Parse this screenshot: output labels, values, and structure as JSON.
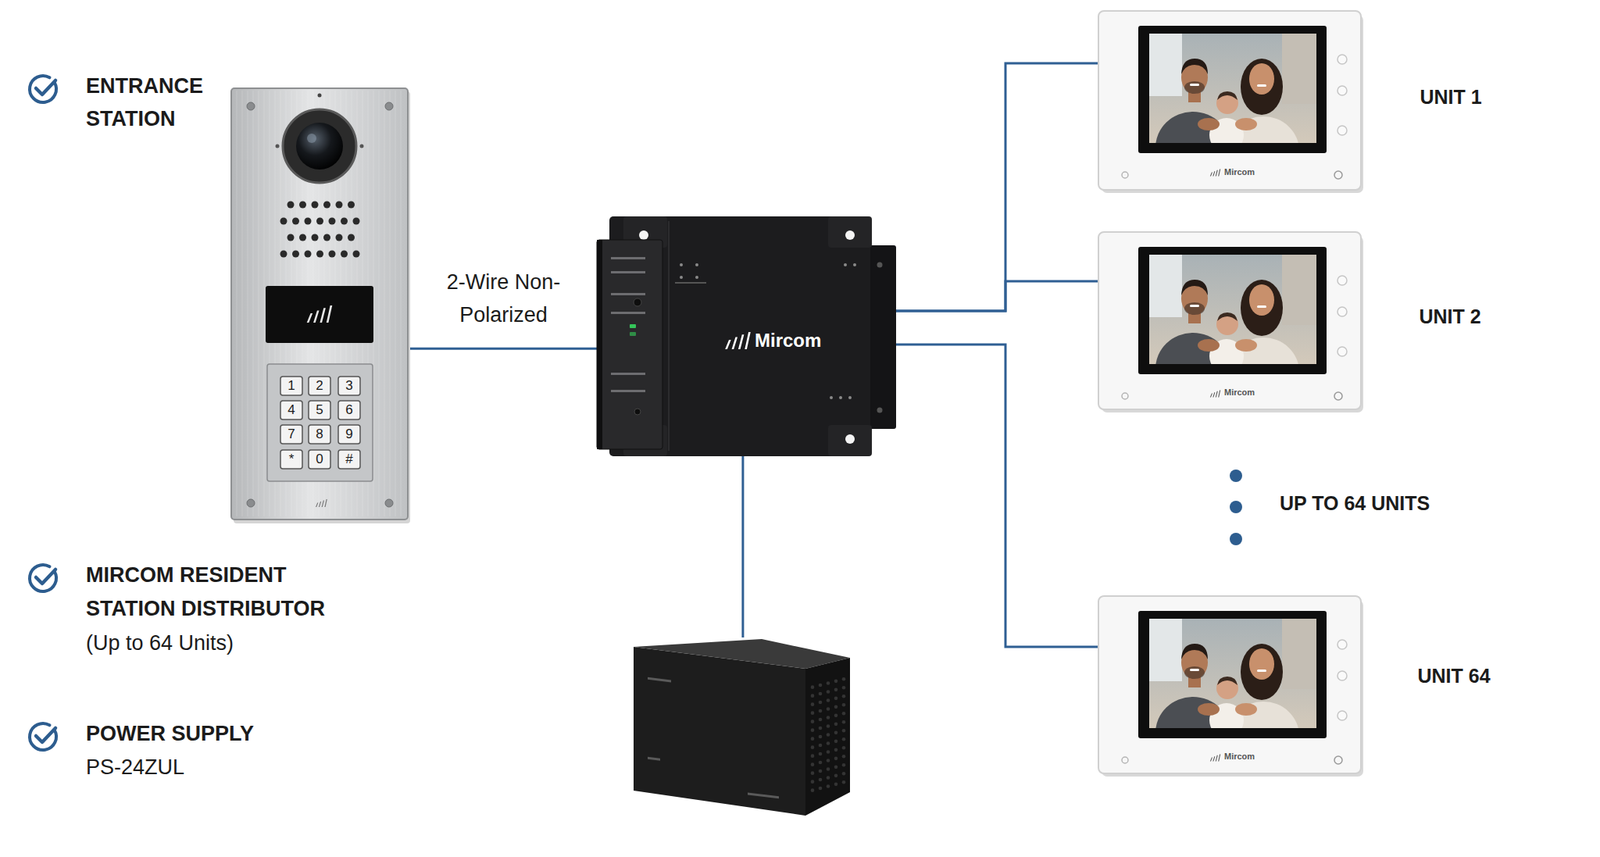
{
  "diagram": {
    "nodes": [
      {
        "text": [
          "ENTRANCE STATION"
        ]
      },
      {
        "text": [
          "Mircom",
          "MIRCOM RESIDENT STATION DISTRIBUTOR",
          "(Up to 64 Units)"
        ]
      },
      {
        "text": [
          "Mircom",
          "UNIT 1"
        ]
      },
      {
        "text": [
          "Mircom",
          "UNIT 2"
        ]
      },
      {
        "text": [
          "Mircom",
          "UNIT 64"
        ]
      },
      {
        "text": [
          "POWER SUPPLY",
          "PS-24ZUL"
        ]
      }
    ],
    "edges": [
      {
        "from": 0,
        "to": 1,
        "arrow": "none",
        "label": "2-Wire Non-Polarized"
      },
      {
        "from": 1,
        "to": 2,
        "arrow": "none"
      },
      {
        "from": 1,
        "to": 3,
        "arrow": "none"
      },
      {
        "from": 1,
        "to": 4,
        "arrow": "none"
      },
      {
        "from": 1,
        "to": 5,
        "arrow": "none"
      }
    ],
    "labels": [
      "1",
      "2",
      "3",
      "4",
      "5",
      "6",
      "7",
      "8",
      "9",
      "*",
      "0",
      "#",
      "UP TO 64 UNITS"
    ]
  }
}
